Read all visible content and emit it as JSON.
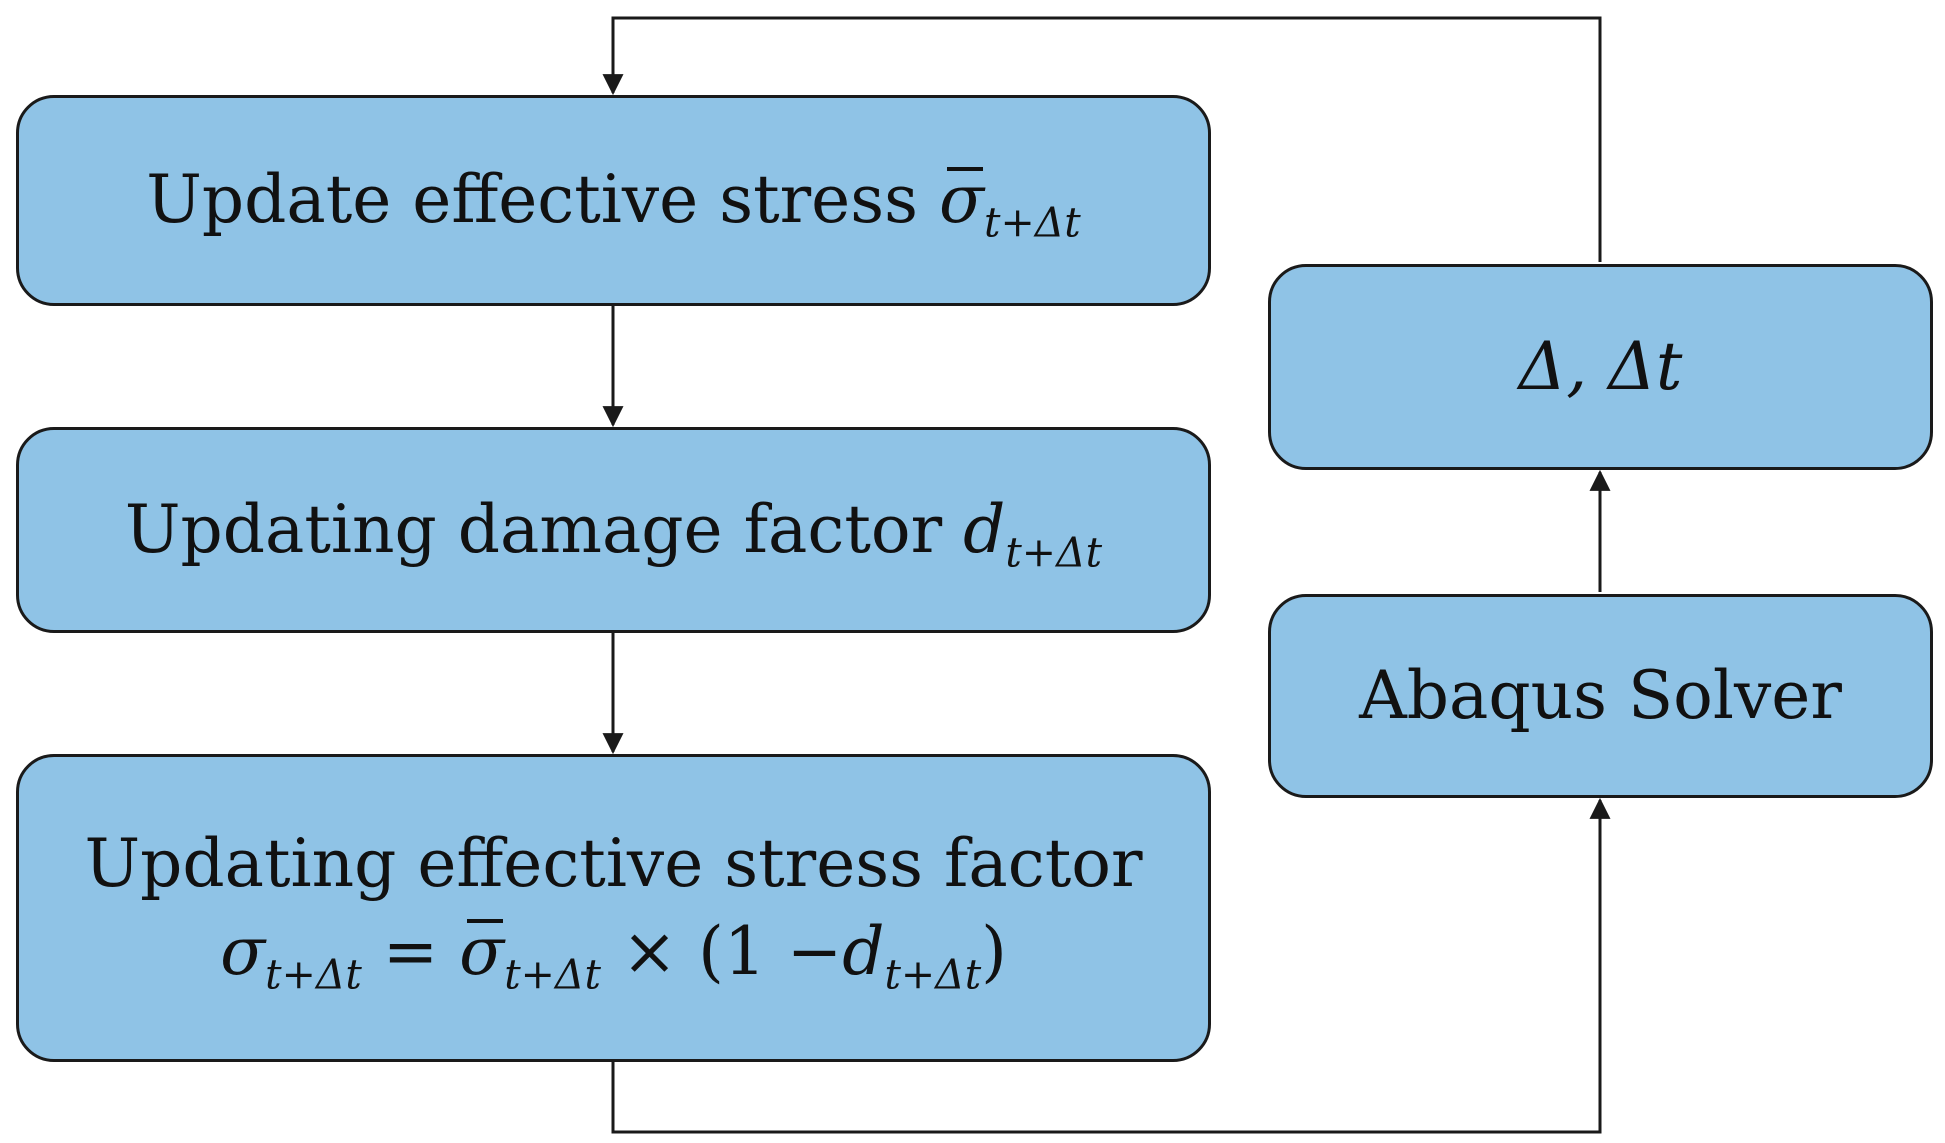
{
  "diagram": {
    "box_update_stress": {
      "text": "Update effective stress",
      "symbol": "σ",
      "subscript": "t+Δt"
    },
    "box_damage": {
      "text": "Updating damage factor",
      "symbol": "d",
      "subscript": "t+Δt"
    },
    "box_effective_factor": {
      "line1": "Updating effective stress factor",
      "lhs_symbol": "σ",
      "lhs_subscript": "t+Δt",
      "equals": "=",
      "rhs_symbol": "σ",
      "rhs_subscript": "t+Δt",
      "times": "×",
      "open_paren": "(1 −",
      "d_symbol": "d",
      "d_subscript": "t+Δt",
      "close_paren": ")"
    },
    "box_increment": {
      "text": "Δ, Δt"
    },
    "box_solver": {
      "text": "Abaqus Solver"
    }
  },
  "colors": {
    "box_fill": "#8fc3e6",
    "stroke": "#1a1a1a"
  }
}
